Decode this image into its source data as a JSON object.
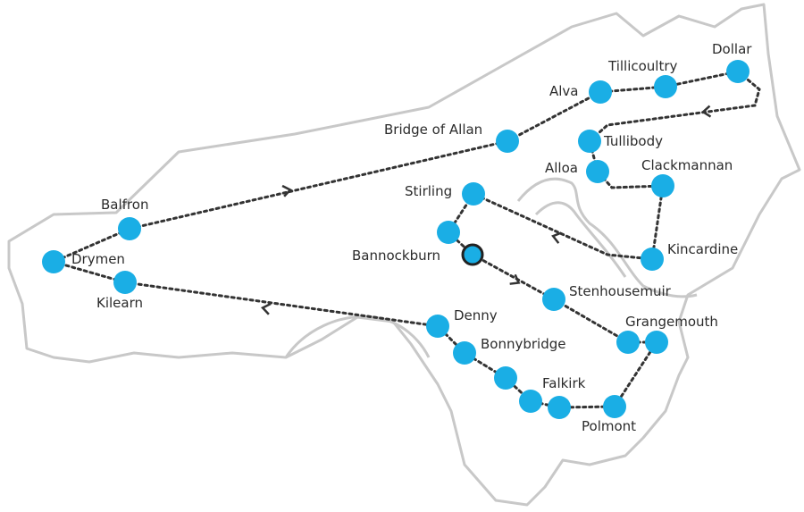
{
  "map": {
    "start": "Bannockburn",
    "places": [
      "Dollar",
      "Tillicoultry",
      "Alva",
      "Bridge of Allan",
      "Tullibody",
      "Alloa",
      "Clackmannan",
      "Stirling",
      "Bannockburn",
      "Kincardine",
      "Stenhousemuir",
      "Grangemouth",
      "Falkirk",
      "Polmont",
      "Denny",
      "Bonnybridge",
      "Balfron",
      "Drymen",
      "Kilearn"
    ],
    "colors": {
      "stop": "#1aaee5",
      "route": "#333333",
      "outline": "#c8c8c8",
      "label": "#2b2b2b"
    }
  }
}
